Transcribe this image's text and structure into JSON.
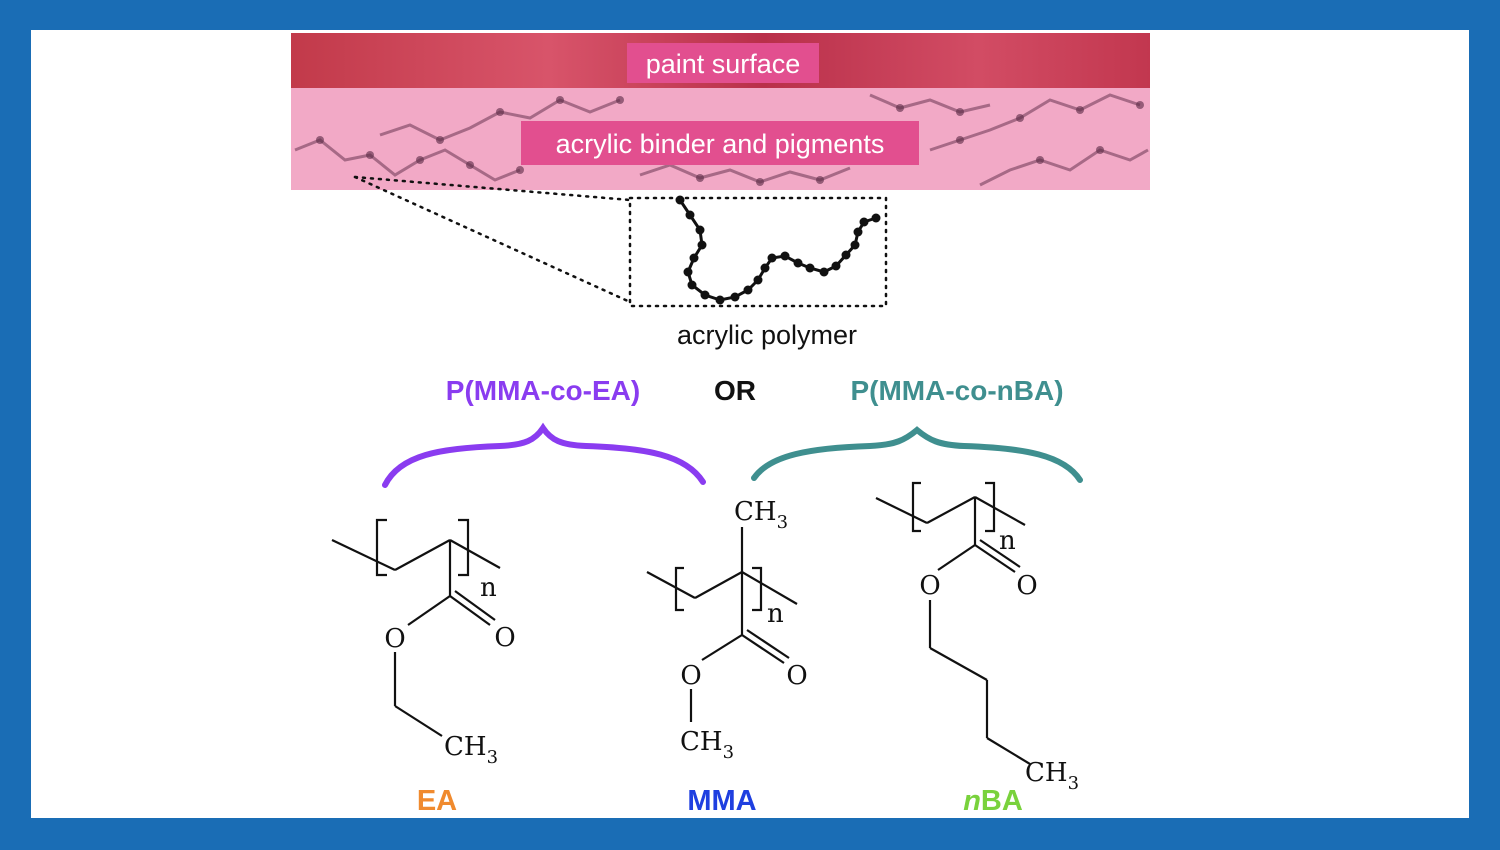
{
  "figure": {
    "paint_surface_label": "paint surface",
    "binder_label": "acrylic binder and pigments",
    "polymer_label": "acrylic polymer",
    "copolymer_ea": "P(MMA-co-EA)",
    "or_label": "OR",
    "copolymer_nba": "P(MMA-co-nBA)",
    "monomers": {
      "ea": {
        "name": "EA",
        "color": "#f08a2e"
      },
      "mma": {
        "name": "MMA",
        "color": "#1f3fe0"
      },
      "nba": {
        "name_italic": "n",
        "name_rest": "BA",
        "color": "#79d23c"
      }
    },
    "atoms": {
      "ch": "CH",
      "sub3": "3",
      "o": "O",
      "n": "n"
    },
    "colors": {
      "background_frame": "#1a6db5",
      "paint_red": "#c23a4a",
      "binder_pink": "#f2a9c6",
      "label_pink": "#e24f8f",
      "ea_brace": "#8a3cf0",
      "nba_brace": "#3f8f8f"
    }
  }
}
